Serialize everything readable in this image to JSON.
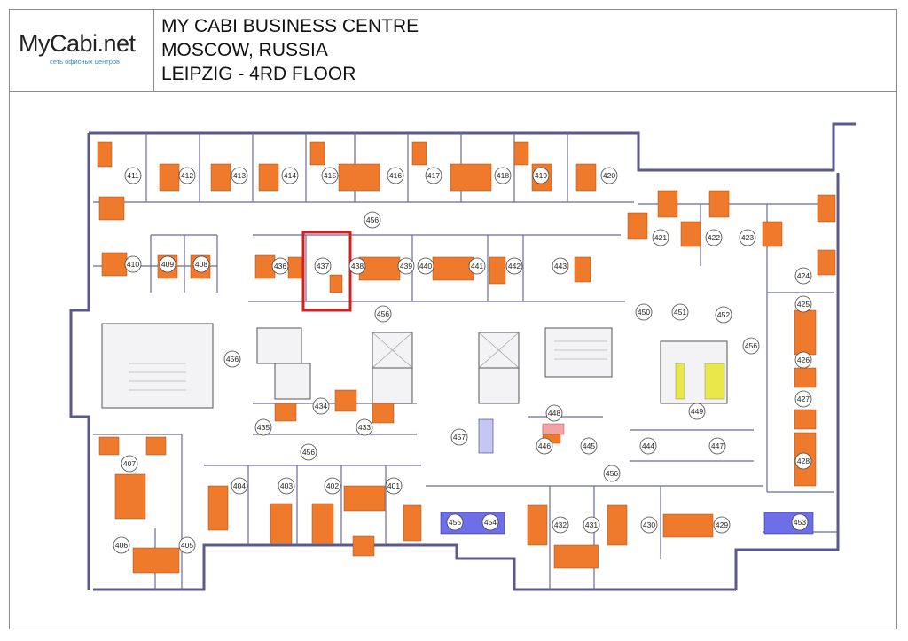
{
  "header": {
    "logo": "MyCabi.net",
    "logo_tagline": "сеть офисных центров",
    "title_lines": [
      "MY CABI BUSINESS CENTRE",
      "MOSCOW, RUSSIA",
      "LEIPZIG - 4RD FLOOR"
    ]
  },
  "rooms": [
    {
      "id": "411"
    },
    {
      "id": "412"
    },
    {
      "id": "413"
    },
    {
      "id": "414"
    },
    {
      "id": "415"
    },
    {
      "id": "416"
    },
    {
      "id": "417"
    },
    {
      "id": "418"
    },
    {
      "id": "419"
    },
    {
      "id": "420"
    },
    {
      "id": "410"
    },
    {
      "id": "409"
    },
    {
      "id": "408"
    },
    {
      "id": "436"
    },
    {
      "id": "437"
    },
    {
      "id": "438"
    },
    {
      "id": "439"
    },
    {
      "id": "440"
    },
    {
      "id": "441"
    },
    {
      "id": "442"
    },
    {
      "id": "443"
    },
    {
      "id": "421"
    },
    {
      "id": "422"
    },
    {
      "id": "423"
    },
    {
      "id": "424"
    },
    {
      "id": "425"
    },
    {
      "id": "426"
    },
    {
      "id": "427"
    },
    {
      "id": "428"
    },
    {
      "id": "450"
    },
    {
      "id": "451"
    },
    {
      "id": "452"
    },
    {
      "id": "449"
    },
    {
      "id": "448"
    },
    {
      "id": "446"
    },
    {
      "id": "445"
    },
    {
      "id": "444"
    },
    {
      "id": "447"
    },
    {
      "id": "457"
    },
    {
      "id": "434"
    },
    {
      "id": "435"
    },
    {
      "id": "433"
    },
    {
      "id": "407"
    },
    {
      "id": "406"
    },
    {
      "id": "405"
    },
    {
      "id": "404"
    },
    {
      "id": "403"
    },
    {
      "id": "402"
    },
    {
      "id": "401"
    },
    {
      "id": "455"
    },
    {
      "id": "454"
    },
    {
      "id": "432"
    },
    {
      "id": "431"
    },
    {
      "id": "430"
    },
    {
      "id": "429"
    },
    {
      "id": "453"
    }
  ],
  "corridor_labels": [
    {
      "id": "456"
    },
    {
      "id": "456"
    },
    {
      "id": "456"
    },
    {
      "id": "456"
    },
    {
      "id": "456"
    },
    {
      "id": "456"
    }
  ],
  "highlighted_room": "437",
  "colors": {
    "desk": "#f07a2c",
    "meeting_table": "#6e6ee8",
    "highlight": "#d32020",
    "wall": "#5a5a8a",
    "accent_yellow": "#e8e84a"
  }
}
